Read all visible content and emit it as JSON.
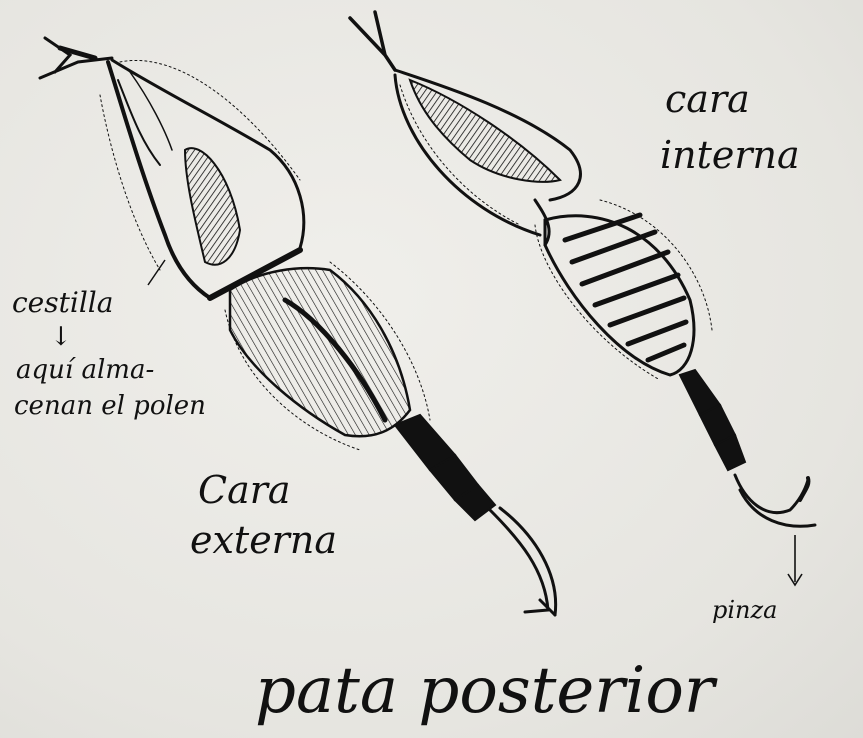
{
  "labels": {
    "cestilla": "cestilla",
    "arrow_symbol": "↓",
    "pollen_line1": "aquí alma-",
    "pollen_line2": "cenan el polen",
    "cara_externa_line1": "Cara",
    "cara_externa_line2": "externa",
    "cara_interna_line1": "cara",
    "cara_interna_line2": "interna",
    "pinza": "pinza",
    "title": "pata posterior"
  },
  "colors": {
    "ink": "#111111",
    "paper": "#e9e8e4"
  }
}
